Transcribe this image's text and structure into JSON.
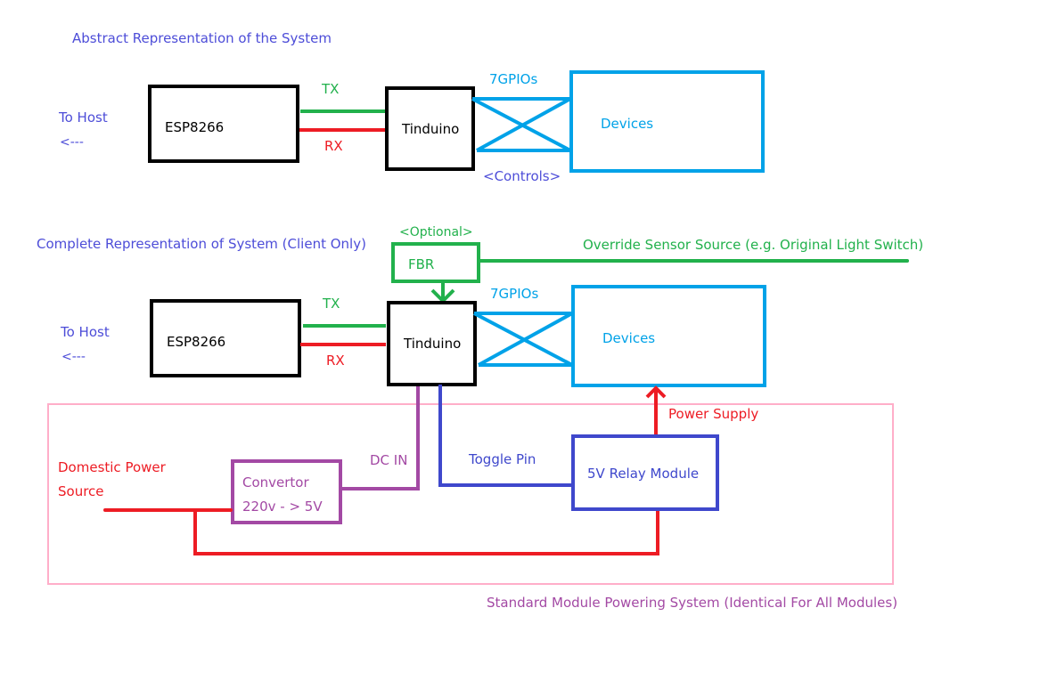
{
  "colors": {
    "black": "#000000",
    "green": "#22b14c",
    "red": "#ed1c24",
    "cyan": "#00a2e8",
    "indigo": "#3f48cc",
    "purple": "#a349a4",
    "pink": "#ffaec9",
    "title_blue": "#4d4dd8"
  },
  "abstract": {
    "title": "Abstract Representation of the System",
    "to_host": "To Host",
    "arrow": "<---",
    "esp": "ESP8266",
    "tx": "TX",
    "rx": "RX",
    "tinduino": "Tinduino",
    "gpios": "7GPIOs",
    "controls": "<Controls>",
    "devices": "Devices"
  },
  "complete": {
    "title": "Complete Representation of System (Client Only)",
    "optional": "<Optional>",
    "fbr": "FBR",
    "override": "Override Sensor Source (e.g. Original Light Switch)",
    "to_host": "To Host",
    "arrow": "<---",
    "esp": "ESP8266",
    "tx": "TX",
    "rx": "RX",
    "tinduino": "Tinduino",
    "gpios": "7GPIOs",
    "devices": "Devices"
  },
  "power": {
    "domestic_line1": "Domestic Power",
    "domestic_line2": "Source",
    "convertor_line1": "Convertor",
    "convertor_line2": "220v - > 5V",
    "dc_in": "DC IN",
    "toggle_pin": "Toggle Pin",
    "relay": "5V Relay Module",
    "power_supply": "Power Supply",
    "caption": "Standard Module Powering System (Identical For All Modules)"
  }
}
